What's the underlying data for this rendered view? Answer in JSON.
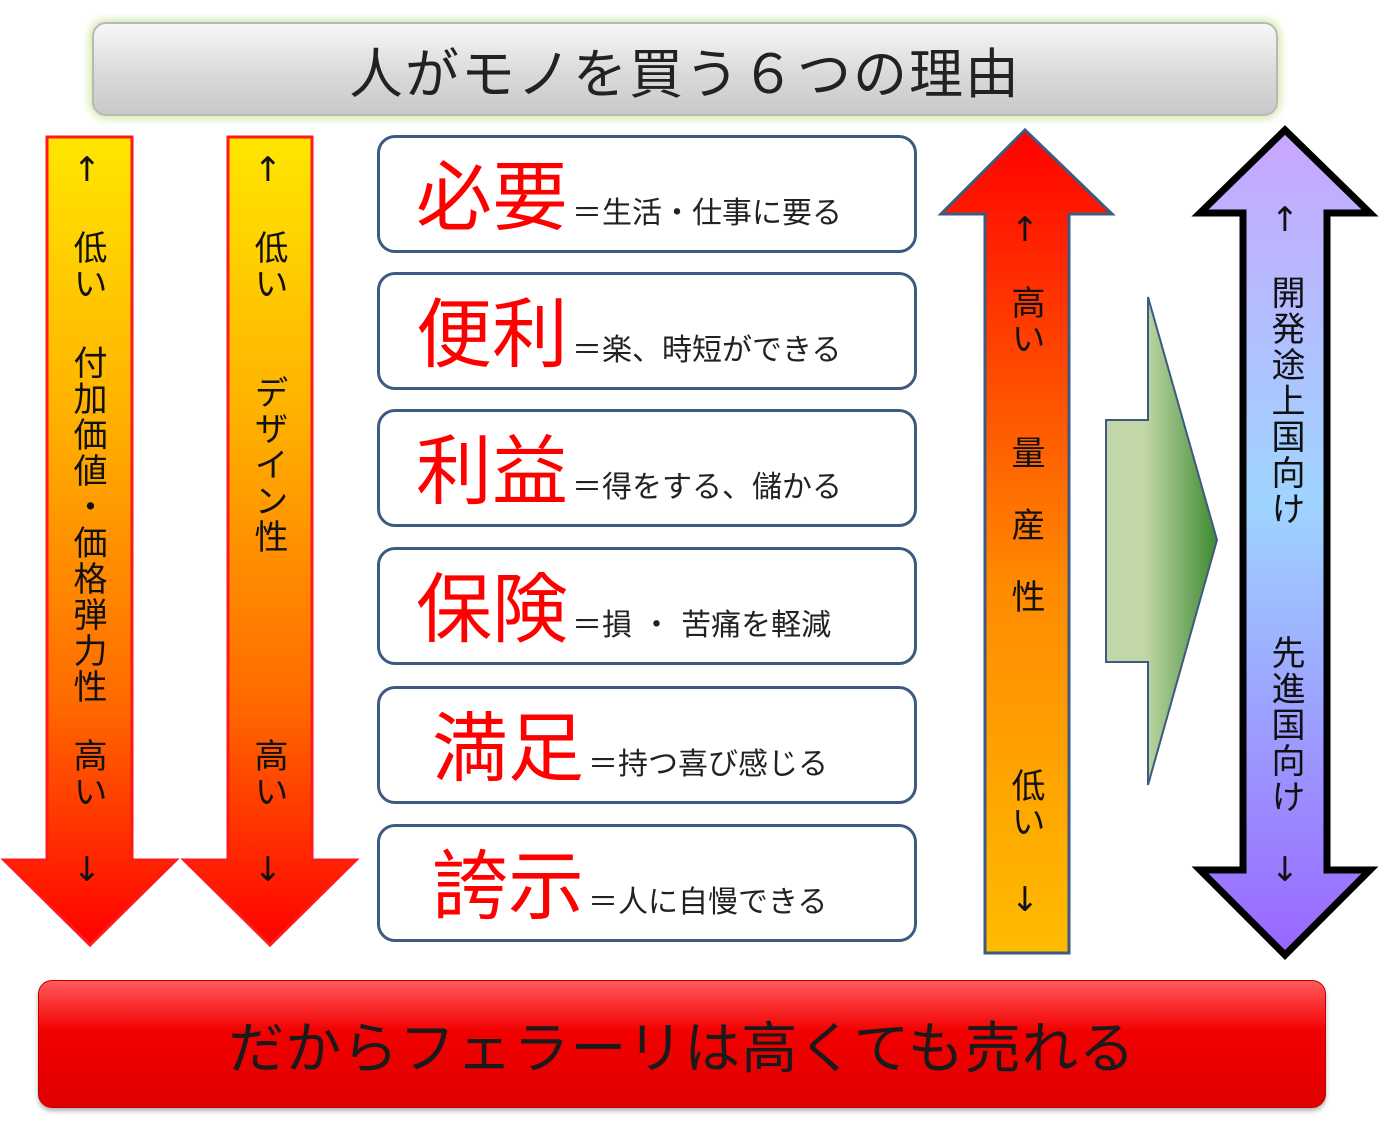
{
  "title": "人がモノを買う６つの理由",
  "reasons": [
    {
      "term": "必要",
      "desc": "＝生活・仕事に要る"
    },
    {
      "term": "便利",
      "desc": "＝楽、時短ができる"
    },
    {
      "term": "利益",
      "desc": "＝得をする、儲かる"
    },
    {
      "term": "保険",
      "desc": "＝損 ・ 苦痛を軽減"
    },
    {
      "term": "満足",
      "desc": "＝持つ喜び感じる"
    },
    {
      "term": "誇示",
      "desc": "＝人に自慢できる"
    }
  ],
  "arrows": {
    "added_value": {
      "up": "↑",
      "top": "低い",
      "middle": "付加価値・価格弾力性",
      "bottom": "高い",
      "down": "↓"
    },
    "design": {
      "up": "↑",
      "top": "低い",
      "middle": "デザイン性",
      "bottom": "高い",
      "down": "↓"
    },
    "mass_production": {
      "up": "↑",
      "top": "高い",
      "middle": "量産性",
      "bottom": "低い",
      "down": "↓"
    },
    "market": {
      "up": "↑",
      "top": "開発途上国向け",
      "bottom": "先進国向け",
      "down": "↓"
    }
  },
  "conclusion": "だからフェラーリは高くても売れる",
  "colors": {
    "term": "#ff0000",
    "box_border": "#3e5a82",
    "bar": "#e00000"
  }
}
